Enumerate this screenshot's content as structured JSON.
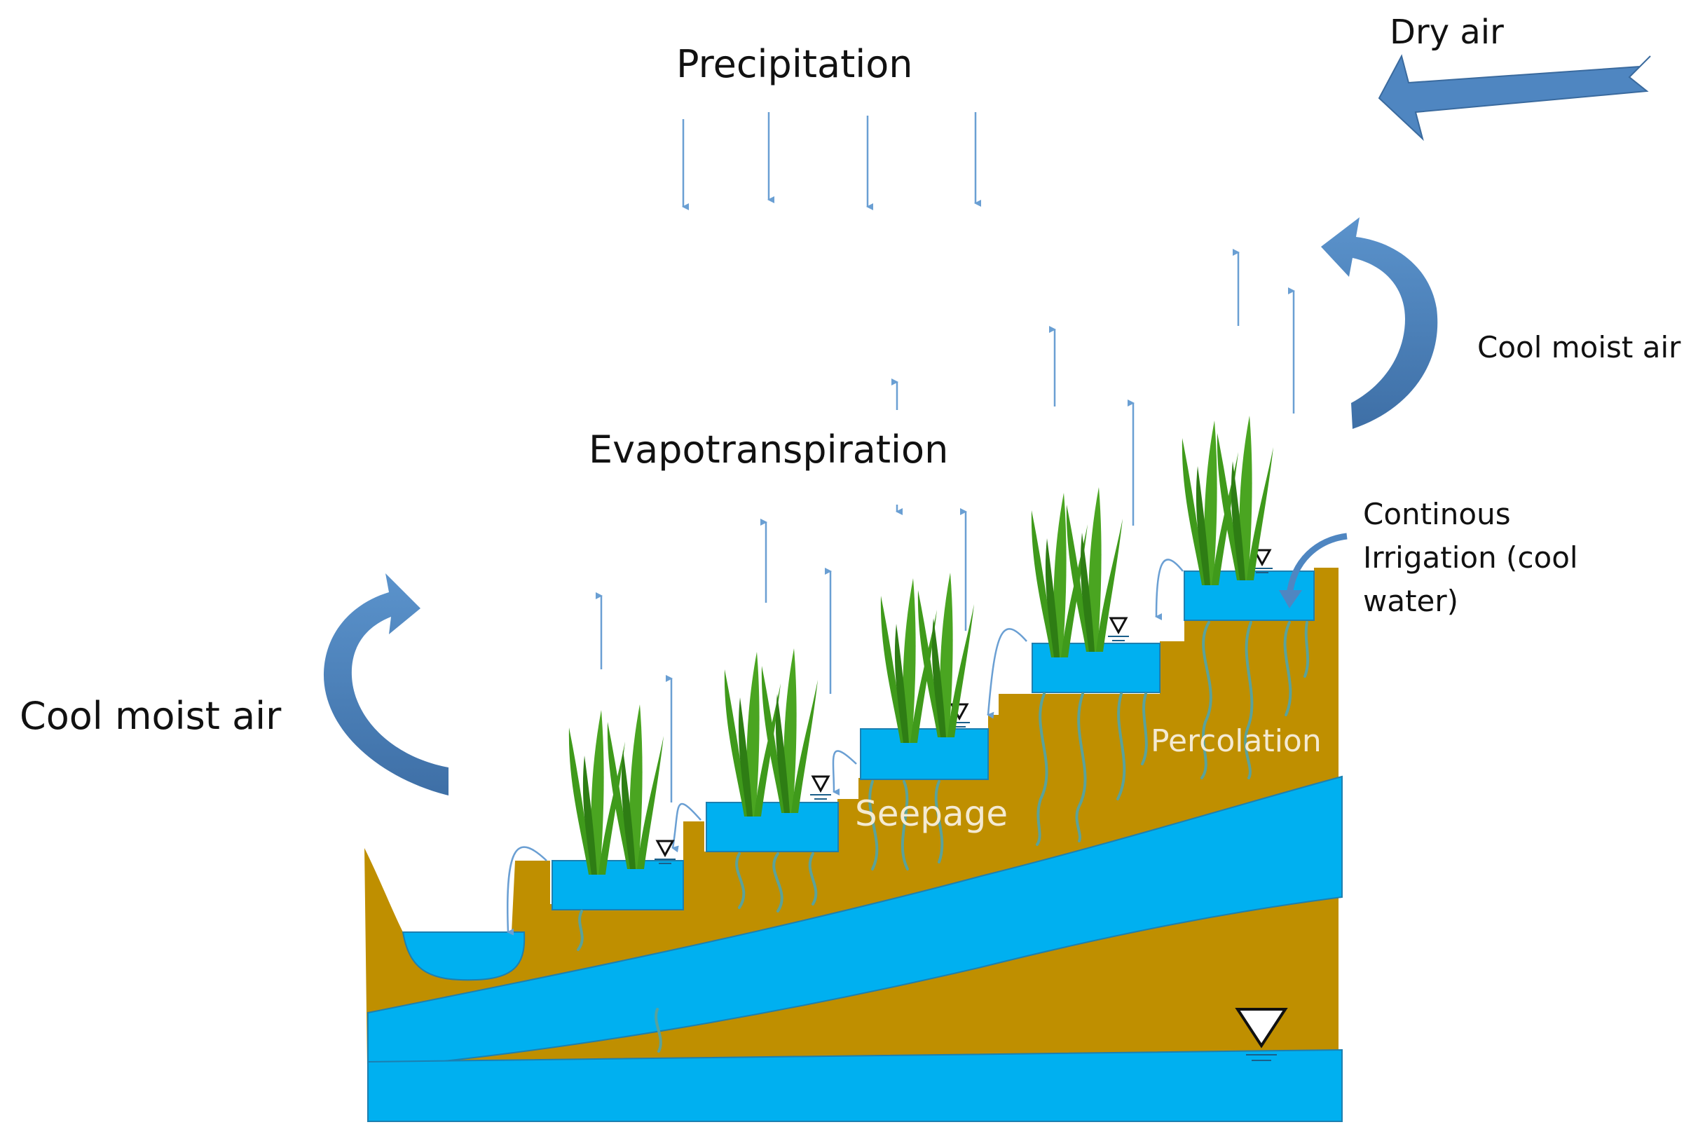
{
  "labels": {
    "precipitation": "Precipitation",
    "dry_air": "Dry air",
    "cool_moist_air_right": "Cool moist air",
    "cool_moist_air_left": "Cool moist air",
    "evapotranspiration": "Evapotranspiration",
    "irrigation_line1": "Continous",
    "irrigation_line2": "Irrigation (cool",
    "irrigation_line3": "water)",
    "percolation": "Percolation",
    "seepage": "Seepage"
  },
  "colors": {
    "soil": "#bf8f00",
    "water": "#00b0f0",
    "thin_arrow": "#6a9fd3",
    "big_arrow": "#4f86c1",
    "leaf": "#3f9a1b",
    "root": "#5aa29a",
    "label_light": "#f4ead2"
  },
  "icons": {
    "water_table": "inverted-triangle-water-level-icon",
    "plant": "rice-plant-icon"
  }
}
